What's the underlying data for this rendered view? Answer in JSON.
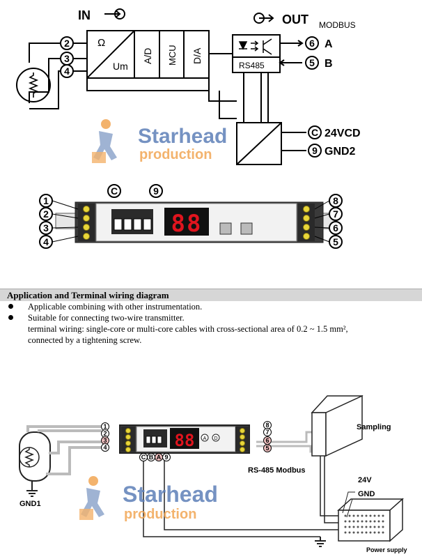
{
  "top_diagram": {
    "in_label": "IN",
    "out_label": "OUT",
    "modbus_label": "MODBUS",
    "omega_label": "Ω",
    "um_label": "Um",
    "ad_label": "A/D",
    "mcu_label": "MCU",
    "da_label": "D/A",
    "rs485_label": "RS485",
    "terminals_in": [
      "2",
      "3",
      "4"
    ],
    "terminals_out": [
      {
        "num": "6",
        "label": "A"
      },
      {
        "num": "5",
        "label": "B"
      }
    ],
    "power_terminals": [
      {
        "num": "C",
        "label": "24VCD"
      },
      {
        "num": "9",
        "label": "GND2"
      }
    ]
  },
  "device_front": {
    "top_labels": [
      "C",
      "9"
    ],
    "left_terminals": [
      "1",
      "2",
      "3",
      "4"
    ],
    "right_terminals": [
      "8",
      "7",
      "6",
      "5"
    ],
    "display_value": "88"
  },
  "section": {
    "title": "Application and Terminal wiring diagram",
    "bullets": [
      "Applicable combining with other instrumentation.",
      "Suitable for connecting two-wire transmitter."
    ],
    "bullet2_line2": "terminal wiring: single-core or multi-core cables with cross-sectional area of 0.2 ~ 1.5 mm²,",
    "bullet2_line3": "connected by a tightening screw."
  },
  "wiring_diagram": {
    "gnd1_label": "GND1",
    "sampling_label": "Sampling",
    "rs485_modbus_label": "RS-485 Modbus",
    "v24_label": "24V",
    "gnd_label": "GND",
    "power_supply_label": "Power supply",
    "left_terminals": [
      "1",
      "2",
      "3",
      "4"
    ],
    "right_terminals": [
      "8",
      "7",
      "6",
      "5"
    ],
    "bottom_terminals": [
      "C",
      "B",
      "A",
      "9"
    ],
    "display_value": "88",
    "btn_a": "A",
    "btn_d": "D"
  },
  "watermark": {
    "brand": "Starhead",
    "sub": "production"
  },
  "colors": {
    "display_red": "#e0141e",
    "terminal_yellow": "#e8d63a",
    "watermark_blue": "#5d7fb8",
    "watermark_orange": "#f2a654",
    "section_bg": "#d6d6d6"
  }
}
